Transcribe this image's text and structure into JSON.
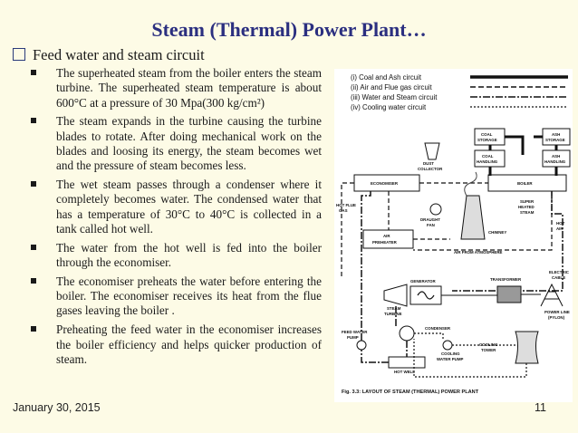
{
  "slide": {
    "title": "Steam (Thermal) Power Plant…",
    "section_heading": "Feed water and steam circuit",
    "bullets": [
      "The superheated steam from the boiler enters the steam turbine. The superheated steam temperature is about 600°C at a pressure of 30 Mpa(300 kg/cm²)",
      "The steam expands in the turbine causing the turbine blades to rotate. After doing mechanical work on the blades and loosing its energy, the steam becomes wet and the pressure of steam becomes less.",
      "The wet steam passes through a condenser where it completely becomes water. The condensed water that has a temperature of 30°C to 40°C is collected in a tank called hot well.",
      "The water from the hot well is fed into the boiler through the economiser.",
      "The economiser preheats the water before entering the boiler. The economiser receives its heat from the flue gases leaving the boiler .",
      "Preheating the feed water in the economiser increases the boiler efficiency and helps quicker production of steam."
    ],
    "date": "January 30, 2015",
    "page_number": "11"
  },
  "figure": {
    "legend": [
      "(i) Coal and Ash circuit",
      "(ii) Air and Flue gas circuit",
      "(iii) Water and Steam circuit",
      "(iv) Cooling water circuit"
    ],
    "labels": {
      "coal_storage_1": "COAL",
      "coal_storage_2": "STORAGE",
      "ash_storage_1": "ASH",
      "ash_storage_2": "STORAGE",
      "coal_handling_1": "COAL",
      "coal_handling_2": "HANDLING",
      "ash_handling_1": "ASH",
      "ash_handling_2": "HANDLING",
      "dust_1": "DUST",
      "dust_2": "COLLECTOR",
      "economiser": "ECONOMISER",
      "boiler": "BOILER",
      "hot_flue_1": "HOT FLUE",
      "hot_flue_2": "GAS",
      "draught_1": "DRAUGHT",
      "draught_2": "FAN",
      "super_1": "SUPER",
      "super_2": "HEATED",
      "super_3": "STEAM",
      "hot_air_1": "HOT",
      "hot_air_2": "AIR",
      "chimney": "CHIMNEY",
      "air_pre_1": "AIR",
      "air_pre_2": "PREHEATER",
      "air_from_atmosphere": "AIR FROM ATMOSPHERE",
      "transformer": "TRANSFORMER",
      "generator": "GENERATOR",
      "electric_1": "ELECTRIC",
      "electric_2": "CABLE",
      "steam_turbine_1": "STEAM",
      "steam_turbine_2": "TURBINE",
      "power_line_1": "POWER LINE",
      "power_line_2": "(PYLON)",
      "condenser": "CONDENSER",
      "feed_pump_1": "FEED WATER",
      "feed_pump_2": "PUMP",
      "cooling_tower_1": "COOLING",
      "cooling_tower_2": "TOWER",
      "cooling_pump_1": "COOLING",
      "cooling_pump_2": "WATER PUMP",
      "hot_well": "HOT WELL"
    },
    "caption": "Fig. 3.3: LAYOUT OF STEAM (THERMAL) POWER PLANT"
  }
}
